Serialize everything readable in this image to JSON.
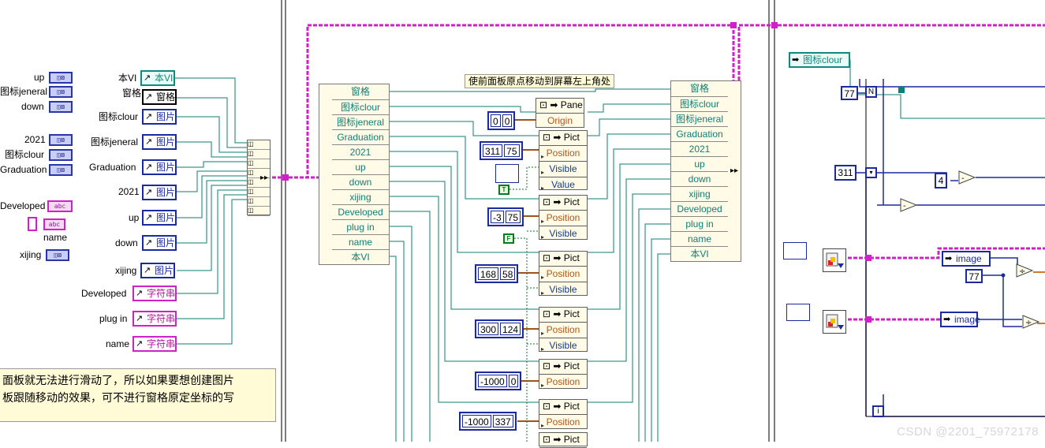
{
  "frame_left": {
    "labels": [
      "up",
      "图标jeneral",
      "down",
      "2021",
      "图标clour",
      "Graduation",
      "Developed",
      "name",
      "xijing"
    ],
    "refs": [
      {
        "label": "本VI",
        "val": "本VI"
      },
      {
        "label": "窗格",
        "val": "窗格"
      },
      {
        "label": "图标clour",
        "val": "图片"
      },
      {
        "label": "图标jeneral",
        "val": "图片"
      },
      {
        "label": "Graduation",
        "val": "图片"
      },
      {
        "label": "2021",
        "val": "图片"
      },
      {
        "label": "up",
        "val": "图片"
      },
      {
        "label": "down",
        "val": "图片"
      },
      {
        "label": "xijing",
        "val": "图片"
      },
      {
        "label": "Developed",
        "val": "字符串"
      },
      {
        "label": "plug in",
        "val": "字符串"
      },
      {
        "label": "name",
        "val": "字符串"
      }
    ],
    "comment_line1": "面板就无法进行滑动了，所以如果要想创建图片",
    "comment_line2": "板跟随移动的效果，可不进行窗格原定坐标的写"
  },
  "frame_mid": {
    "unbundle_items": [
      "窗格",
      "图标clour",
      "图标jeneral",
      "Graduation",
      "2021",
      "up",
      "down",
      "xijing",
      "Developed",
      "plug in",
      "name",
      "本VI"
    ],
    "note": "使前面板原点移动到屏幕左上角处",
    "pane_node": {
      "header": "Pane",
      "row": "Origin",
      "value": [
        "0",
        "0"
      ]
    },
    "pict_nodes": [
      {
        "header": "Pict",
        "rows": [
          "Position",
          "Visible",
          "Value"
        ],
        "value": [
          "311",
          "75"
        ]
      },
      {
        "header": "Pict",
        "rows": [
          "Position",
          "Visible"
        ],
        "value": [
          "-3",
          "75"
        ]
      },
      {
        "header": "Pict",
        "rows": [
          "Position",
          "Visible"
        ],
        "value": [
          "168",
          "58"
        ]
      },
      {
        "header": "Pict",
        "rows": [
          "Position",
          "Visible"
        ],
        "value": [
          "300",
          "124"
        ]
      },
      {
        "header": "Pict",
        "rows": [
          "Position"
        ],
        "value": [
          "-1000",
          "0"
        ]
      },
      {
        "header": "Pict",
        "rows": [
          "Position"
        ],
        "value": [
          "-1000",
          "337"
        ]
      },
      {
        "header": "Pict",
        "rows": [],
        "value": []
      }
    ],
    "bool_t": "T",
    "bool_f": "F",
    "rebundle_items": [
      "窗格",
      "图标clour",
      "图标jeneral",
      "Graduation",
      "2021",
      "up",
      "down",
      "xijing",
      "Developed",
      "plug in",
      "name",
      "本VI"
    ]
  },
  "frame_right": {
    "ref_top": "图标clour",
    "const_77": "77",
    "const_311": "311",
    "const_4": "4",
    "const_77b": "77",
    "n_label": "N",
    "i_label": "i",
    "image1": "image",
    "image2": "image"
  },
  "watermark": "CSDN @2201_75972178"
}
